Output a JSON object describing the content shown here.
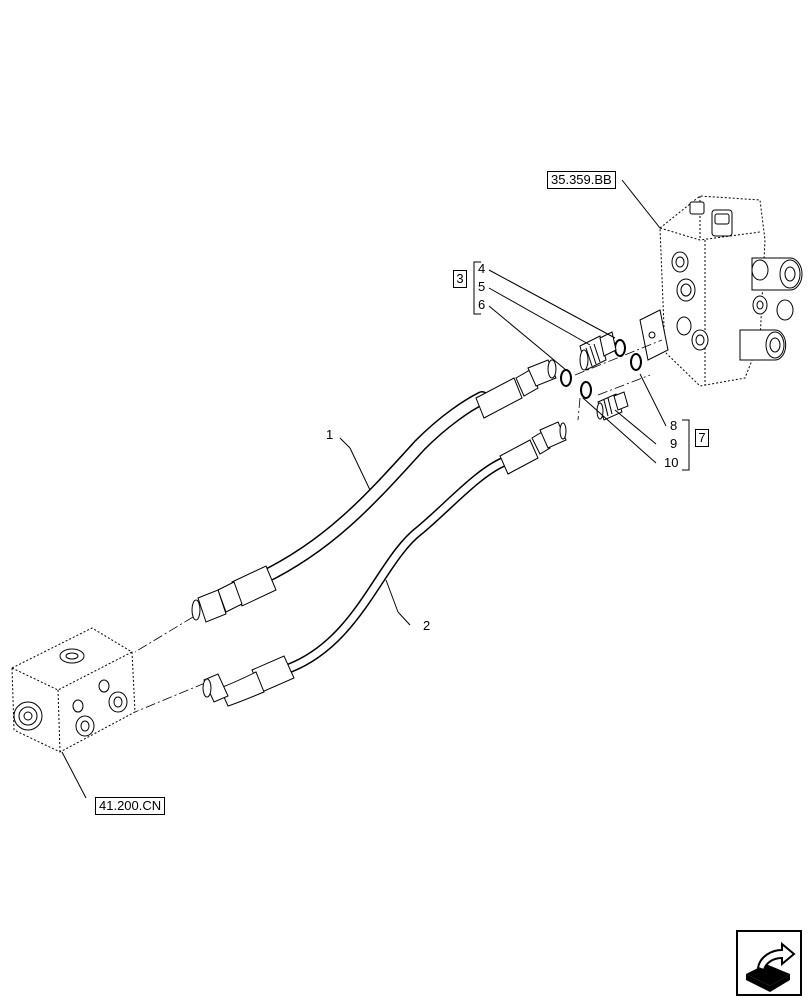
{
  "references": {
    "top_valve": "35.359.BB",
    "bottom_valve": "41.200.CN"
  },
  "callouts": {
    "hose_1": "1",
    "hose_2": "2",
    "item_4": "4",
    "item_5": "5",
    "item_6": "6",
    "item_8": "8",
    "item_9": "9",
    "item_10": "10"
  },
  "kits": {
    "kit_a": "3",
    "kit_b": "7"
  },
  "icons": {
    "navigation": "next-page-arrow-icon"
  }
}
